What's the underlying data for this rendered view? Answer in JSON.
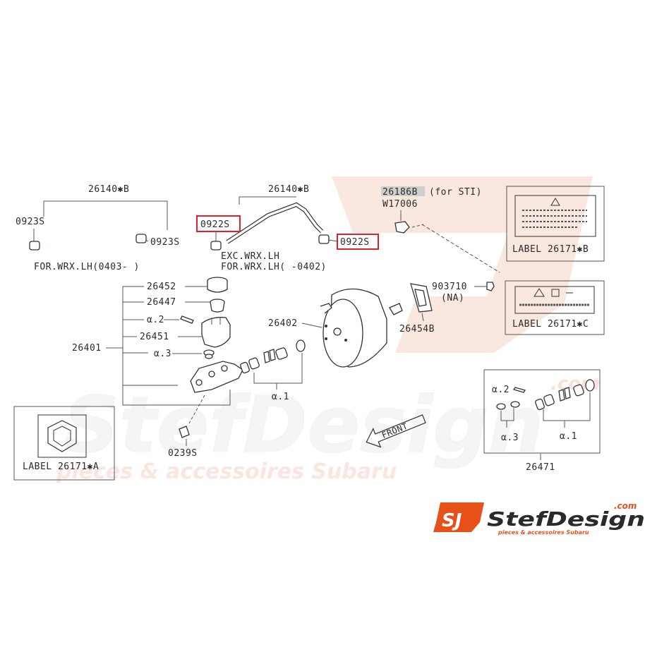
{
  "parts": {
    "hose_lh": "26140✱B",
    "hose_rh": "26140✱B",
    "clamp_lh_left": "0923S",
    "clamp_lh_right": "0923S",
    "clamp_rh_left": "0922S",
    "clamp_rh_right": "0922S",
    "valve_sti": "26186B",
    "valve_sti_note": "(for STI)",
    "clip": "W17006",
    "note_lh_wrx": "FOR.WRX.LH(0403-   )",
    "note_exc_wrx": "EXC.WRX.LH",
    "note_wrx_range": "FOR.WRX.LH(   -0402)",
    "cap": "26452",
    "filter": "26447",
    "pin": "α.2",
    "reservoir": "26451",
    "assembly": "26401",
    "grommet": "α.3",
    "booster": "26402",
    "gasket": "26454B",
    "nut": "903710",
    "nut_note": "(NA)",
    "kit_alpha1": "α.1",
    "bleeder": "0239S",
    "front": "FRONT",
    "kit_alpha2": "α.2",
    "kit_alpha3": "α.3",
    "kit_alpha1b": "α.1",
    "repair_kit": "26471"
  },
  "labels": {
    "label_a": "LABEL 26171✱A",
    "label_b": "LABEL 26171✱B",
    "label_c": "LABEL 26171✱C"
  },
  "watermark": {
    "brand": "StefDesign",
    "dot_com": ".com",
    "tagline": "pieces & accessoires Subaru"
  },
  "logo": {
    "mark": "SJ",
    "brand": "StefDesign",
    "dot_com": ".com",
    "tagline": "pieces & accessoires Subaru"
  },
  "colors": {
    "highlight": "#e0202a",
    "brand_orange": "#e8501a",
    "watermark": "#f6d3c6"
  }
}
